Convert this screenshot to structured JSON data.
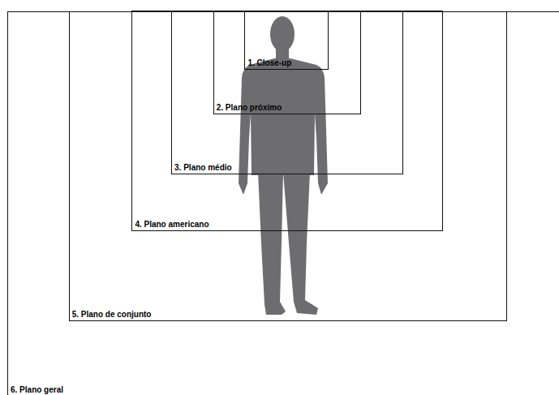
{
  "diagram": {
    "nodes": [
      {
        "text": [
          "6. Plano geral"
        ]
      },
      {
        "text": [
          "5. Plano de conjunto"
        ],
        "in": 0
      },
      {
        "text": [
          "4. Plano americano"
        ],
        "in": 1
      },
      {
        "text": [
          "3. Plano médio"
        ],
        "in": 2
      },
      {
        "text": [
          "2. Plano próximo"
        ],
        "in": 3
      },
      {
        "text": [
          "1. Close-up"
        ],
        "in": 4
      }
    ]
  }
}
